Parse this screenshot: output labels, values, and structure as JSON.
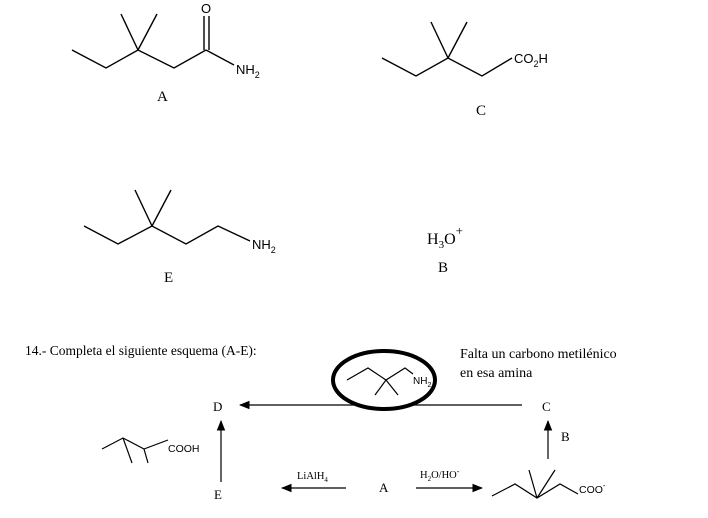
{
  "structures": {
    "A": {
      "label": "A",
      "atom_O": "O",
      "group": "NH",
      "group_sub": "2"
    },
    "C": {
      "label": "C",
      "group": "CO",
      "group_sub": "2",
      "group_tail": "H"
    },
    "E": {
      "label": "E",
      "group": "NH",
      "group_sub": "2"
    },
    "B": {
      "label": "B",
      "formula_main": "H",
      "formula_sub": "3",
      "formula_tail": "O",
      "formula_sup": "+"
    }
  },
  "question": {
    "title": "14.- Completa el siguiente esquema (A-E):"
  },
  "annotation": {
    "line1": "Falta un carbono metilénico",
    "line2": "en esa amina"
  },
  "scheme": {
    "D": "D",
    "C": "C",
    "B": "B",
    "E": "E",
    "A": "A",
    "circled_group": "NH",
    "circled_group_sub": "2",
    "cooh_label": "COOH",
    "coo_label": "COO",
    "coo_charge": "-",
    "reagent_left": "LiAlH",
    "reagent_left_sub": "4",
    "reagent_right_a": "H",
    "reagent_right_sub": "2",
    "reagent_right_b": "O/HO",
    "reagent_right_sup": "-"
  }
}
